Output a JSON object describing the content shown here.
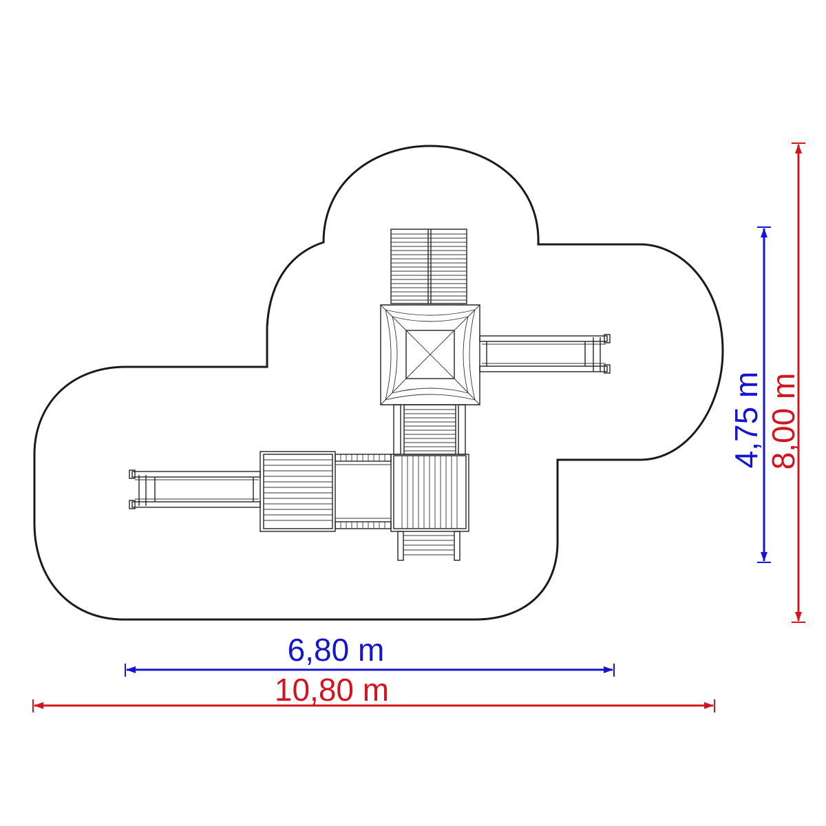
{
  "dimensions": {
    "equipment_width": {
      "label": "6,80 m",
      "color": "#1414d2"
    },
    "equipment_depth": {
      "label": "4,75 m",
      "color": "#1414d2"
    },
    "area_width": {
      "label": "10,80 m",
      "color": "#d2141e"
    },
    "area_depth": {
      "label": "8,00 m",
      "color": "#d2141e"
    }
  },
  "colors": {
    "outline": "#1a1a1a",
    "equipment": "#222222"
  }
}
